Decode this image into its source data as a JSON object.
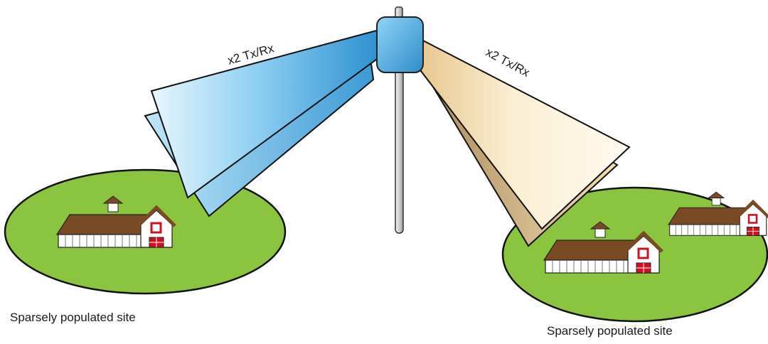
{
  "beams": {
    "left_label": "x2 Tx/Rx",
    "right_label": "x2 Tx/Rx"
  },
  "sites": {
    "left_label": "Sparsely populated site",
    "right_label": "Sparsely populated site"
  },
  "colors": {
    "beam_left": "#4aa8e0",
    "beam_right": "#f3e2b4",
    "field": "#8bc43f",
    "barn_roof": "#7a4a24",
    "barn_wall": "#ffffff",
    "barn_trim": "#d01020",
    "antenna": "#5bb2e4",
    "mast": "#cfcfcf"
  }
}
